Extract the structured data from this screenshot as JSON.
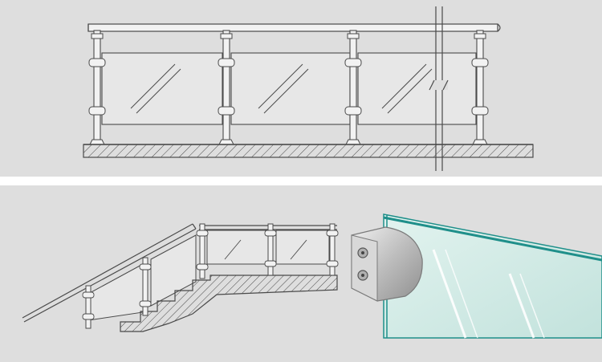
{
  "colors": {
    "panel_background": "#dedede",
    "line": "#4a4a4a",
    "glass_edge": "#1f8f8a",
    "glass_fill": "#cfe9e4",
    "clamp_metal": "#c9c9c9",
    "page_background": "#ffffff"
  },
  "panels": [
    {
      "name": "flat-railing-elevation",
      "glass_panel_count": 3,
      "post_count": 4
    },
    {
      "name": "stair-railing-with-clamp-detail",
      "glass_panel_count": 2,
      "post_count": 5
    }
  ],
  "icons": [
    "glass-clamp-icon",
    "break-symbol-icon",
    "hatched-floor-slab-icon"
  ]
}
